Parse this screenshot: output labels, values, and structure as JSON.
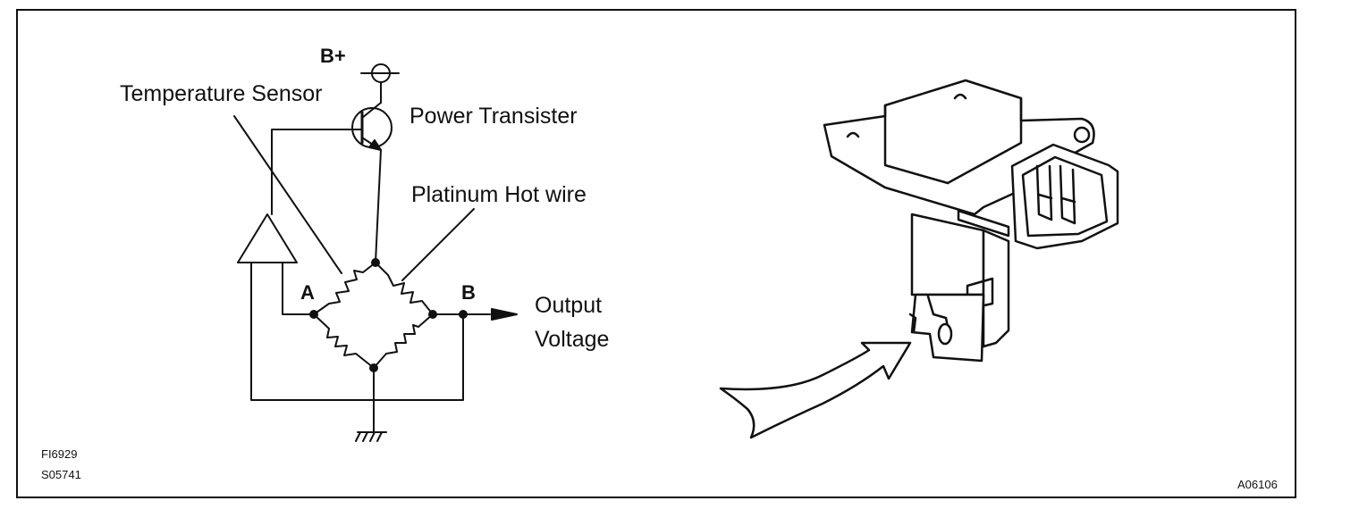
{
  "diagram": {
    "labels": {
      "supply": "B+",
      "temperature_sensor": "Temperature Sensor",
      "power_transistor": "Power Transister",
      "hot_wire": "Platinum Hot wire",
      "node_a": "A",
      "node_b": "B",
      "output_line1": "Output",
      "output_line2": "Voltage"
    },
    "codes": {
      "code1": "FI6929",
      "code2": "S05741",
      "code3": "A06106"
    }
  }
}
